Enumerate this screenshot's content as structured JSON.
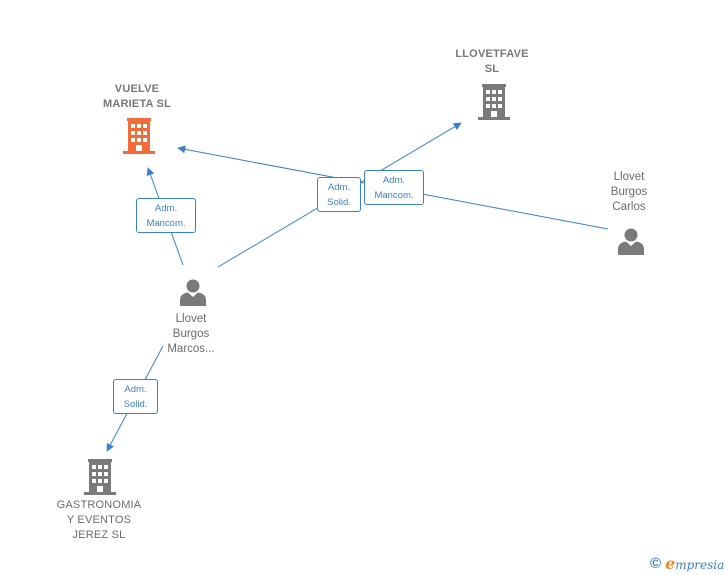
{
  "nodes": {
    "vuelve": {
      "label": "VUELVE\nMARIETA  SL",
      "type": "company",
      "color": "#f26b3a"
    },
    "llovetfave": {
      "label": "LLOVETFAVE\nSL",
      "type": "company",
      "color": "#7a7a7a"
    },
    "carlos": {
      "label": "Llovet\nBurgos\nCarlos",
      "type": "person",
      "color": "#7a7a7a"
    },
    "marcos": {
      "label": "Llovet\nBurgos\nMarcos...",
      "type": "person",
      "color": "#7a7a7a"
    },
    "gastronomia": {
      "label": "GASTRONOMIA\nY EVENTOS\nJEREZ  SL",
      "type": "company",
      "color": "#7a7a7a"
    }
  },
  "edges": {
    "marcos_vuelve": {
      "label": "Adm.\nMancom."
    },
    "carlos_vuelve": {
      "label": "Adm.\nMancom."
    },
    "marcos_llovetfave": {
      "label": "Adm.\nSolid."
    },
    "marcos_gastronomia": {
      "label": "Adm.\nSolid."
    }
  },
  "colors": {
    "edge": "#3a7fd0",
    "highlight_company": "#f26b3a",
    "node": "#7a7a7a",
    "brand_accent": "#f08a24"
  },
  "icons": {
    "company": "building-icon",
    "person": "person-icon"
  },
  "brand": {
    "copyright": "©",
    "initial": "e",
    "name": "mpresia"
  }
}
